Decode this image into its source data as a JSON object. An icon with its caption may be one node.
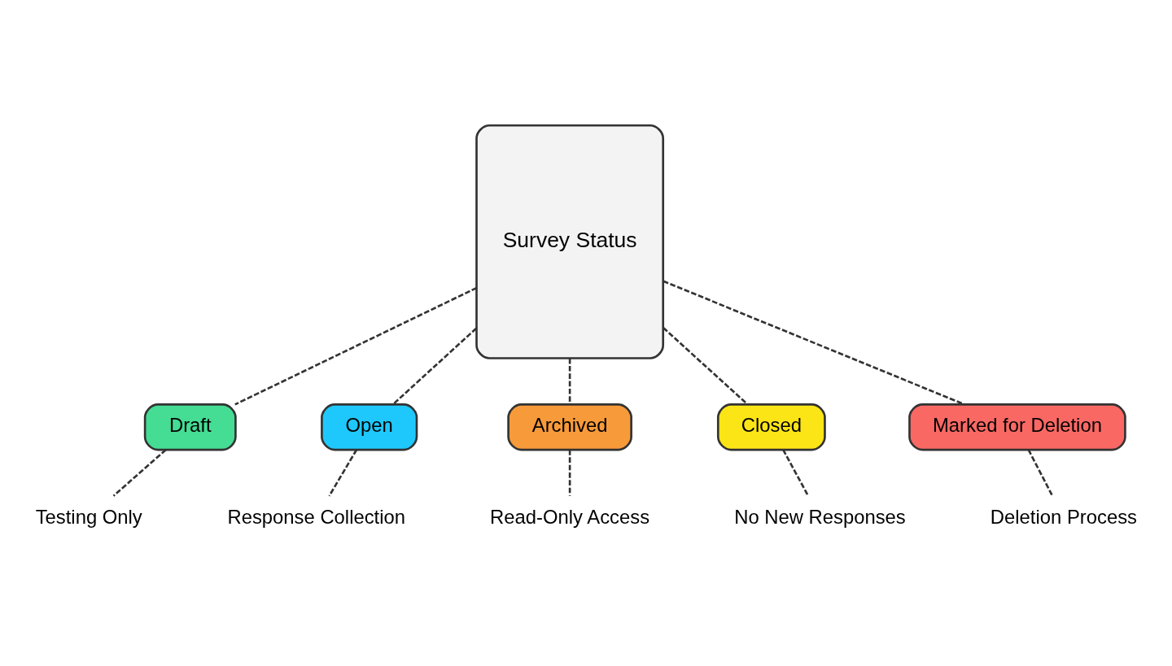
{
  "diagram": {
    "nodes": [
      {
        "text": [
          "Survey Status"
        ]
      },
      {
        "text": [
          "Draft"
        ]
      },
      {
        "text": [
          "Testing Only"
        ]
      },
      {
        "text": [
          "Open"
        ]
      },
      {
        "text": [
          "Response Collection"
        ]
      },
      {
        "text": [
          "Archived"
        ]
      },
      {
        "text": [
          "Read-Only Access"
        ]
      },
      {
        "text": [
          "Closed"
        ]
      },
      {
        "text": [
          "No New Responses"
        ]
      },
      {
        "text": [
          "Marked for Deletion"
        ]
      },
      {
        "text": [
          "Deletion Process"
        ]
      }
    ],
    "edges": [
      {
        "from": 0,
        "to": 1,
        "arrow": "none",
        "style": "dashed"
      },
      {
        "from": 1,
        "to": 2,
        "arrow": "none",
        "style": "dashed"
      },
      {
        "from": 0,
        "to": 3,
        "arrow": "none",
        "style": "dashed"
      },
      {
        "from": 3,
        "to": 4,
        "arrow": "none",
        "style": "dashed"
      },
      {
        "from": 0,
        "to": 5,
        "arrow": "none",
        "style": "dashed"
      },
      {
        "from": 5,
        "to": 6,
        "arrow": "none",
        "style": "dashed"
      },
      {
        "from": 0,
        "to": 7,
        "arrow": "none",
        "style": "dashed"
      },
      {
        "from": 7,
        "to": 8,
        "arrow": "none",
        "style": "dashed"
      },
      {
        "from": 0,
        "to": 9,
        "arrow": "none",
        "style": "dashed"
      },
      {
        "from": 9,
        "to": 10,
        "arrow": "none",
        "style": "dashed"
      }
    ]
  }
}
